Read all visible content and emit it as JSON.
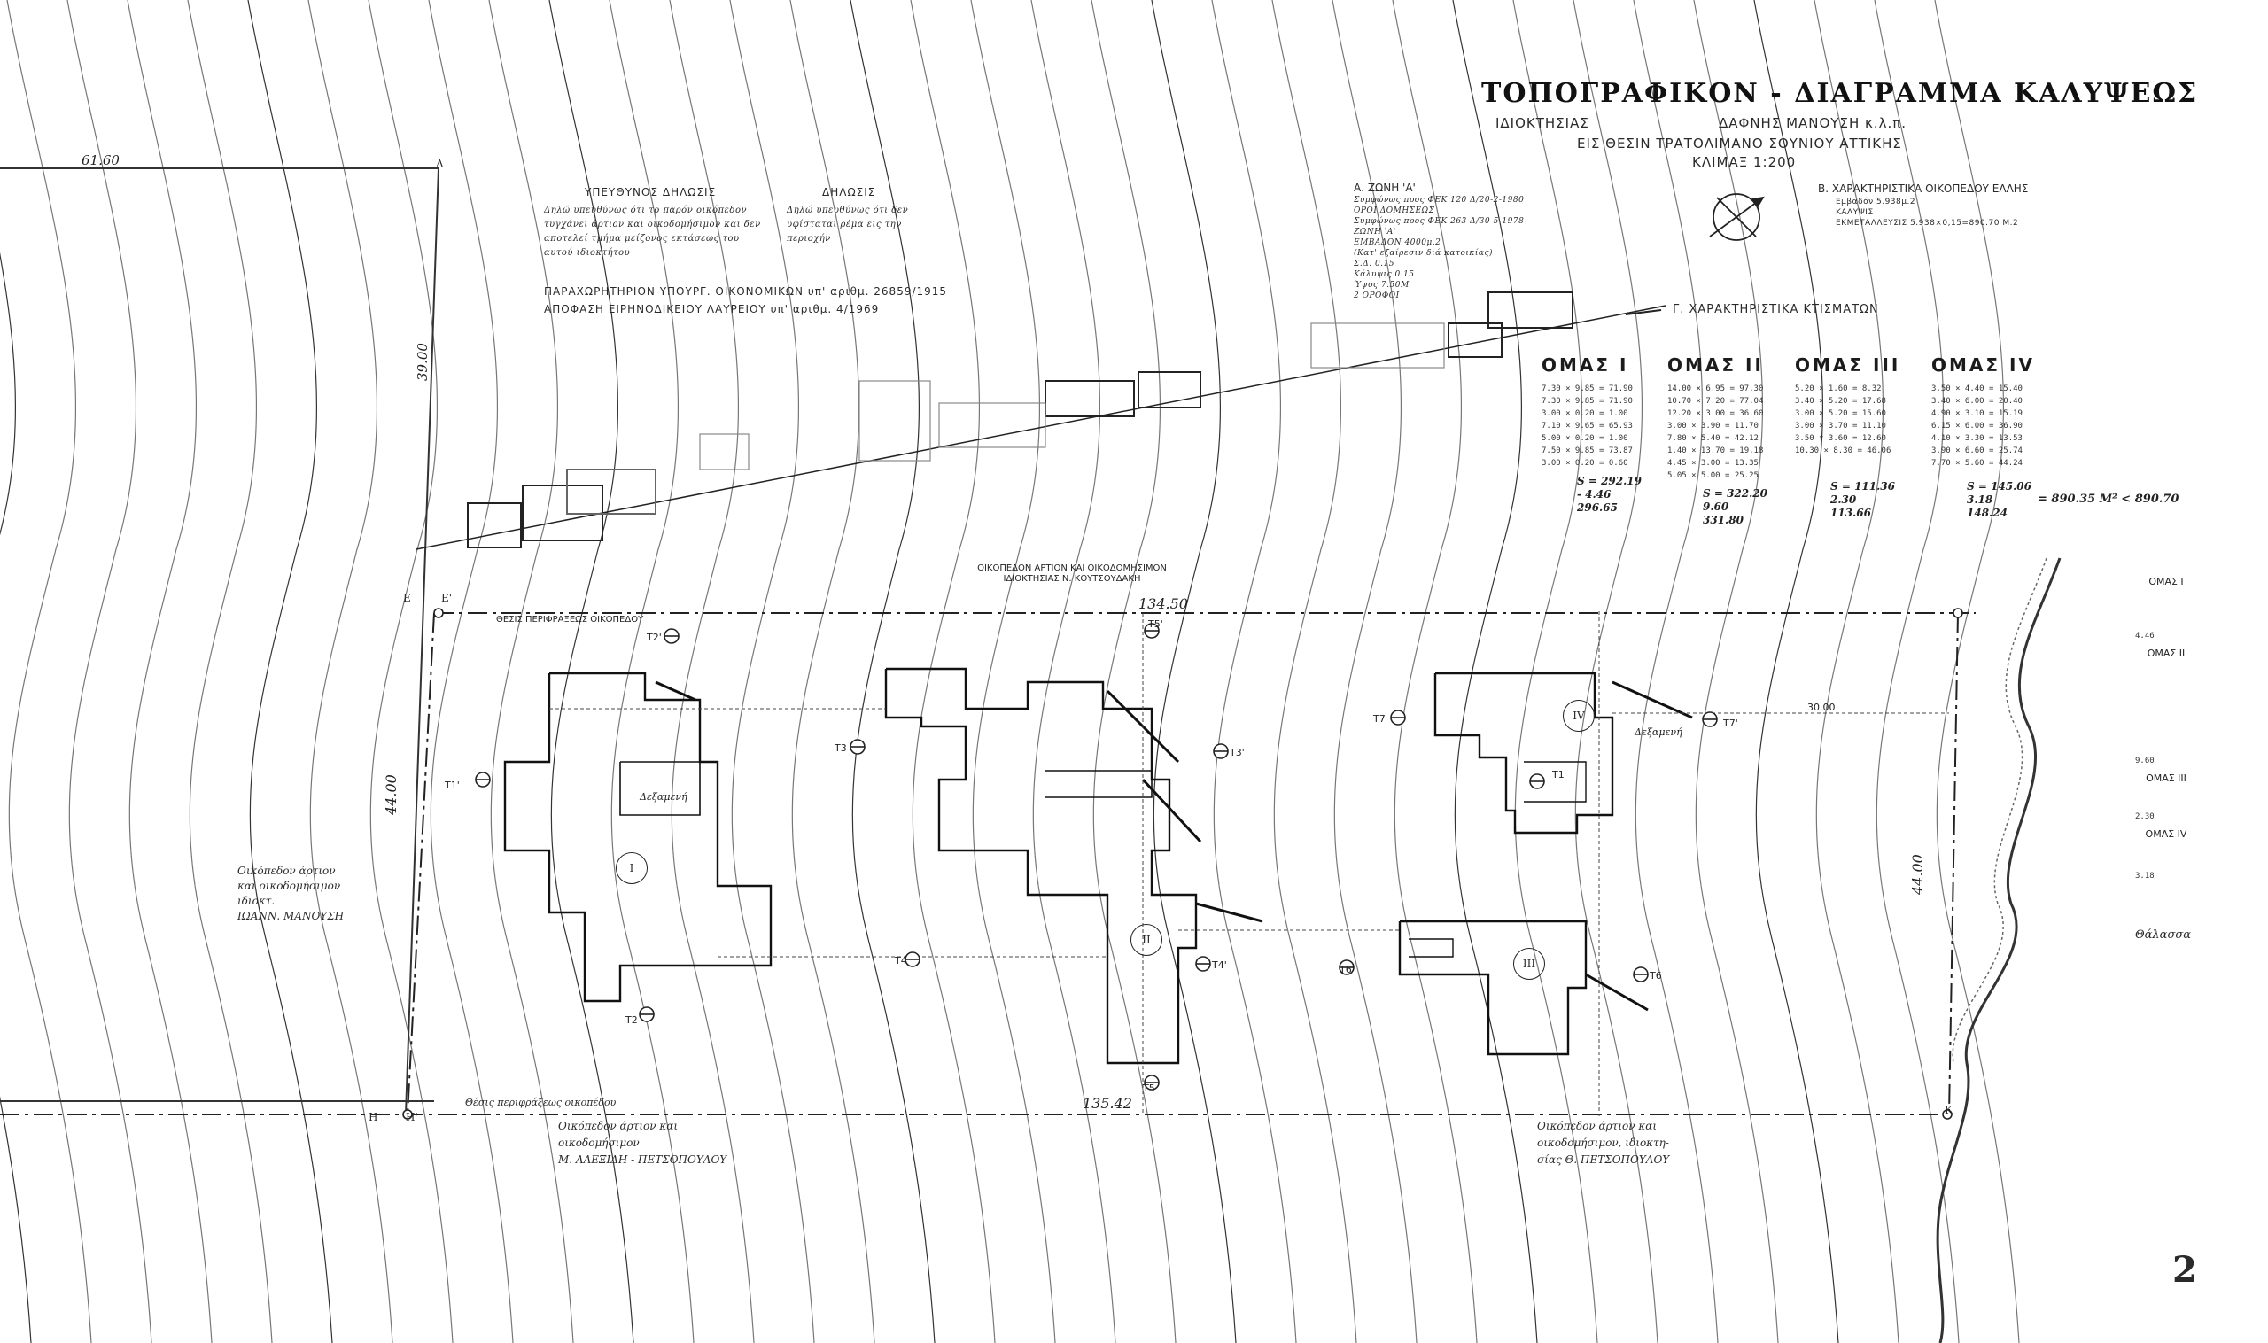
{
  "title": {
    "main": "ΤΟΠΟΓΡΑΦΙΚΟΝ - ΔΙΑΓΡΑΜΜΑ ΚΑΛΥΨΕΩΣ",
    "owner_prefix": "ΙΔΙΟΚΤΗΣΙΑΣ",
    "owner": "ΔΑΦΝΗΣ ΜΑΝΟΥΣΗ κ.λ.π.",
    "location": "ΕΙΣ ΘΕΣΙΝ ΤΡΑΤΟΛΙΜΑΝΟ ΣΟΥΝΙΟΥ ΑΤΤΙΚΗΣ",
    "scale": "ΚΛΙΜΑΞ 1:200"
  },
  "declarations": {
    "owner_heading": "ΥΠΕΥΘΥΝΟΣ ΔΗΛΩΣΙΣ",
    "owner_lines": [
      "Δηλώ υπευθύνως ότι το παρόν οικόπεδον",
      "τυγχάνει άρτιον και οικοδομήσιμον και δεν",
      "αποτελεί τμήμα μείζονος εκτάσεως του",
      "αυτού ιδιοκτήτου"
    ],
    "second_heading": "ΔΗΛΩΣΙΣ",
    "second_lines": [
      "Δηλώ υπευθύνως ότι δεν",
      "υφίσταται ρέμα εις την",
      "περιοχήν"
    ],
    "ref_1": "ΠΑΡΑΧΩΡΗΤΗΡΙΟΝ ΥΠΟΥΡΓ. ΟΙΚΟΝΟΜΙΚΩΝ υπ' αριθμ. 26859/1915",
    "ref_2": "ΑΠΟΦΑΣΗ ΕΙΡΗΝΟΔΙΚΕΙΟΥ ΛΑΥΡΕΙΟΥ υπ' αριθμ. 4/1969"
  },
  "zone": {
    "heading": "Α. ΖΩΝΗ 'Α'",
    "lines": [
      "Συμφώνως προς ΦΕΚ 120 Δ/20-2-1980",
      "ΟΡΟΙ ΔΟΜΗΣΕΩΣ",
      "Συμφώνως προς ΦΕΚ 263 Δ/30-5-1978",
      "ΖΩΝΗ 'Α'",
      "ΕΜΒΑΔΟΝ 4000μ.2",
      "(Κατ' εξαίρεσιν διά κατοικίας)",
      "Σ.Δ. 0.15",
      "Κάλυψις 0.15",
      "Ύψος 7.50Μ",
      "2 ΟΡΟΦΟΙ"
    ]
  },
  "plot_characteristics": {
    "heading": "Β. ΧΑΡΑΚΤΗΡΙΣΤΙΚΑ ΟΙΚΟΠΕΔΟΥ ΕΛΛΗΣ",
    "lines": [
      "Εμβαδόν 5.938μ.2",
      "ΚΑΛΥΨΙΣ",
      "ΕΚΜΕΤΑΛΛΕΥΣΙΣ 5.938×0,15=890.70 Μ.2"
    ]
  },
  "buildings_heading": "Γ. ΧΑΡΑΚΤΗΡΙΣΤΙΚΑ ΚΤΙΣΜΑΤΩΝ",
  "groups": [
    {
      "name": "ΟΜΑΣ Ι",
      "rows": [
        "7.30 × 9.85 = 71.90",
        "7.30 × 9.85 = 71.90",
        "3.00 × 0.20 = 1.00",
        "7.10 × 9.65 = 65.93",
        "5.00 × 0.20 = 1.00",
        "7.50 × 9.85 = 73.87",
        "3.00 × 0.20 = 0.60"
      ],
      "s": "S = 292.19",
      "minus": "- 4.46",
      "total": "296.65"
    },
    {
      "name": "ΟΜΑΣ ΙΙ",
      "rows": [
        "14.00 × 6.95 = 97.30",
        "10.70 × 7.20 = 77.04",
        "12.20 × 3.00 = 36.60",
        "3.00 × 3.90 = 11.70",
        "7.80 × 5.40 = 42.12",
        "1.40 × 13.70 = 19.18",
        "4.45 × 3.00 = 13.35",
        "5.05 × 5.00 = 25.25"
      ],
      "s": "S = 322.20",
      "minus": "9.60",
      "total": "331.80"
    },
    {
      "name": "ΟΜΑΣ ΙΙΙ",
      "rows": [
        "5.20 × 1.60 = 8.32",
        "3.40 × 5.20 = 17.68",
        "3.00 × 5.20 = 15.60",
        "3.00 × 3.70 = 11.10",
        "3.50 × 3.60 = 12.60",
        "10.30 × 8.30 = 46.06"
      ],
      "s": "S = 111.36",
      "minus": "2.30",
      "total": "113.66"
    },
    {
      "name": "ΟΜΑΣ ΙV",
      "rows": [
        "3.50 × 4.40 = 15.40",
        "3.40 × 6.00 = 20.40",
        "4.90 × 3.10 = 15.19",
        "6.15 × 6.00 = 36.90",
        "4.10 × 3.30 = 13.53",
        "3.90 × 6.60 = 25.74",
        "7.70 × 5.60 = 44.24"
      ],
      "s": "S = 145.06",
      "minus": "3.18",
      "total": "148.24"
    }
  ],
  "grand_total": "= 890.35 Μ²  < 890.70",
  "side_groups": [
    {
      "name": "ΟΜΑΣ Ι",
      "total": "4.46"
    },
    {
      "name": "ΟΜΑΣ ΙΙ",
      "total": "9.60"
    },
    {
      "name": "ΟΜΑΣ ΙΙΙ",
      "total": "2.30"
    },
    {
      "name": "ΟΜΑΣ ΙV",
      "total": "3.18"
    }
  ],
  "plot": {
    "top_dimension": "134.50",
    "bottom_dimension": "135.42",
    "left_dimension": "44.00",
    "right_dimension": "44.00",
    "top_left_dimension": "61.60",
    "vertical_left": "39.00",
    "boundary_label": "ΘΕΣΙΣ ΠΕΡΙΦΡΑΞΕΩΣ ΟΙΚΟΠΕΔΟΥ",
    "north_neighbor": "ΟΙΚΟΠΕΔΟΝ ΑΡΤΙΟΝ ΚΑΙ ΟΙΚΟΔΟΜΗΣΙΜΟΝ ΙΔΙΟΚΤΗΣΙΑΣ Ν. ΚΟΥΤΣΟΥΔΑΚΗ",
    "west_neighbor": [
      "Οικόπεδον άρτιον",
      "και οικοδομήσιμον",
      "ιδιοκτ.",
      "ΙΩΑΝΝ. ΜΑΝΟΥΣΗ"
    ],
    "south_neighbor_1": [
      "Οικόπεδον άρτιον και",
      "οικοδομήσιμον",
      "Μ. ΑΛΕΞΙΔΗ - ΠΕΤΣΟΠΟΥΛΟΥ"
    ],
    "south_neighbor_2": [
      "Οικόπεδον άρτιον και",
      "οικοδομήσιμον, ιδιοκτη-",
      "σίας Θ. ΠΕΤΣΟΠΟΥΛΟΥ"
    ],
    "south_fence_label": "Θέσις περιφράξεως οικοπέδου",
    "sea": "Θάλασσα",
    "corner_labels": [
      "Δ",
      "Ε",
      "Ε'",
      "Η",
      "Η'",
      "Κ"
    ],
    "benchmarks": [
      "Τ1",
      "Τ1'",
      "Τ2",
      "Τ2'",
      "Τ3",
      "Τ3'",
      "Τ4",
      "Τ4'",
      "Τ5",
      "Τ5'",
      "Τ6",
      "Τ6'",
      "Τ7",
      "Τ7'"
    ],
    "building_labels": [
      "Ι",
      "ΙΙ",
      "ΙΙΙ",
      "ΙV"
    ],
    "water_tank": "Δεξαμενή",
    "dim_30": "30.00",
    "page_number": "2"
  }
}
